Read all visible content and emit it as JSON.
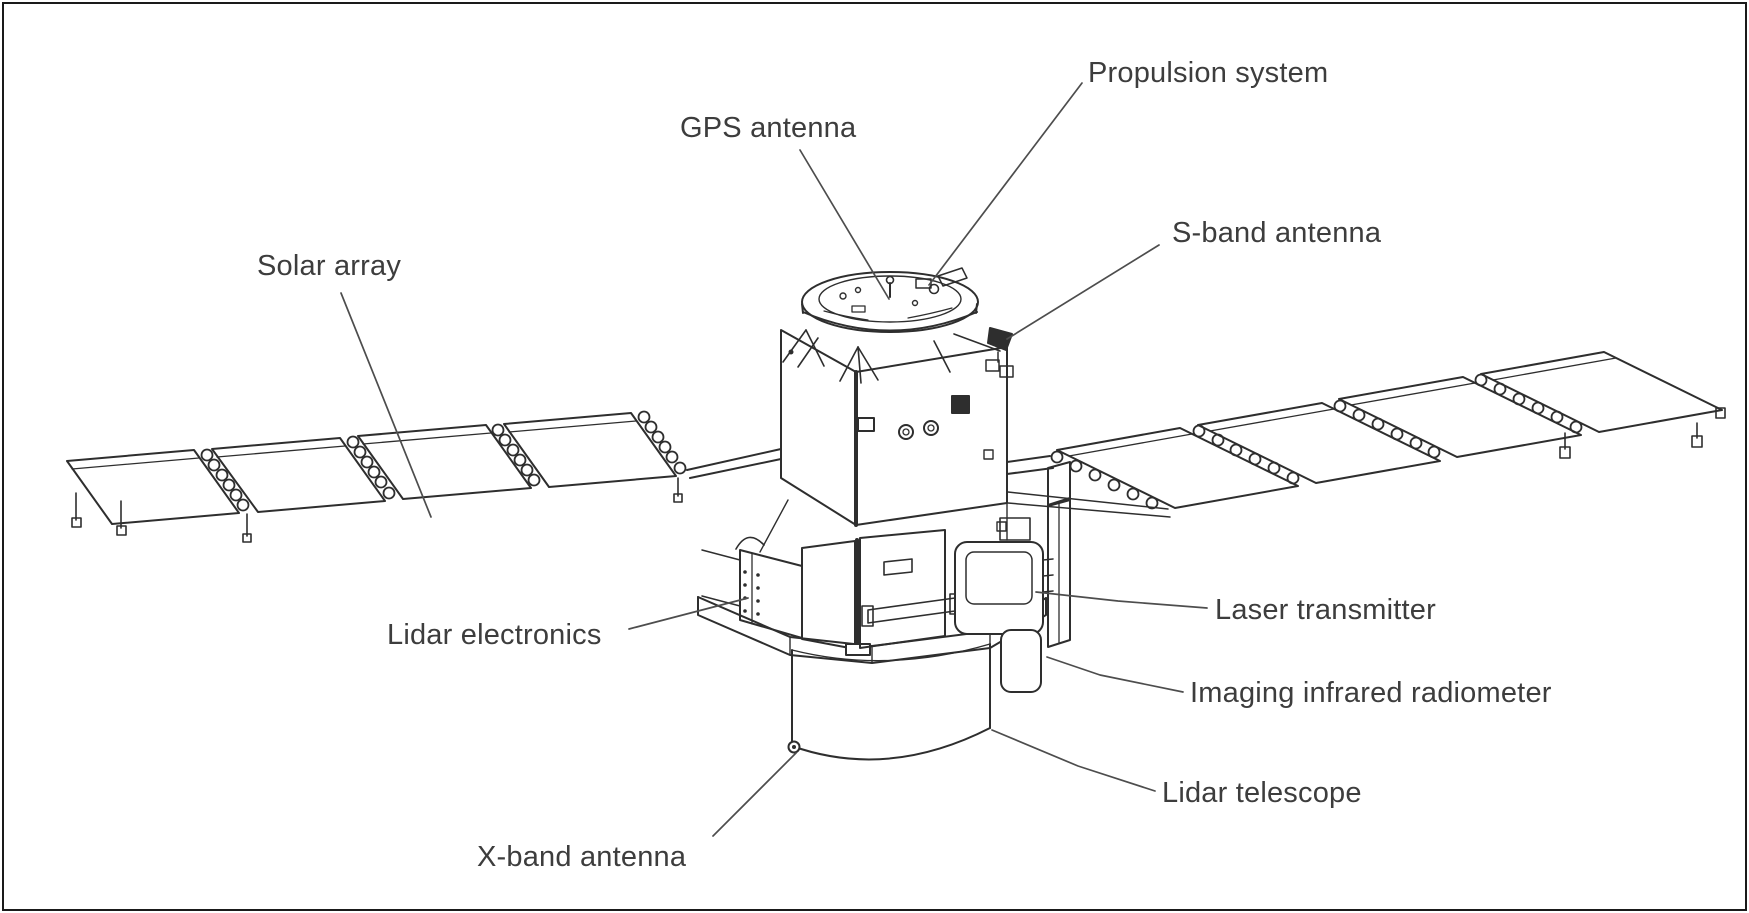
{
  "diagram": {
    "type": "satellite-component-callout-diagram",
    "labels": [
      {
        "id": "gps-antenna",
        "text": "GPS antenna"
      },
      {
        "id": "propulsion-system",
        "text": "Propulsion system"
      },
      {
        "id": "s-band-antenna",
        "text": "S-band antenna"
      },
      {
        "id": "solar-array",
        "text": "Solar array"
      },
      {
        "id": "lidar-electronics",
        "text": "Lidar electronics"
      },
      {
        "id": "laser-transmitter",
        "text": "Laser transmitter"
      },
      {
        "id": "imaging-infrared-radiometer",
        "text": "Imaging infrared radiometer"
      },
      {
        "id": "lidar-telescope",
        "text": "Lidar telescope"
      },
      {
        "id": "x-band-antenna",
        "text": "X-band antenna"
      }
    ],
    "colors": {
      "background": "#ffffff",
      "border": "#1a1a1a",
      "line_art": "#2e2e2e",
      "leader_line": "#4d4d4d",
      "label_text": "#3d3d3d"
    }
  }
}
